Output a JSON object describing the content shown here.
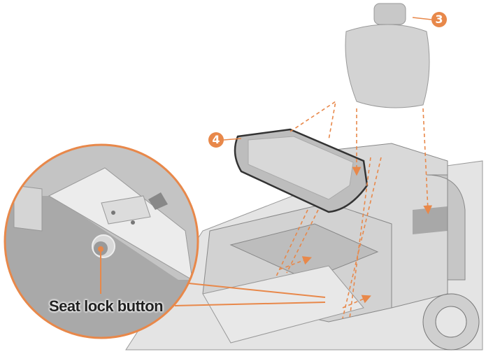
{
  "callouts": {
    "backrest": "3",
    "seat": "4"
  },
  "labels": {
    "seat_lock_button": "Seat lock button"
  },
  "colors": {
    "accent": "#e8884a",
    "part_fill": "#cfcfcf",
    "part_dark": "#8a8a8a",
    "outline": "#444444"
  }
}
